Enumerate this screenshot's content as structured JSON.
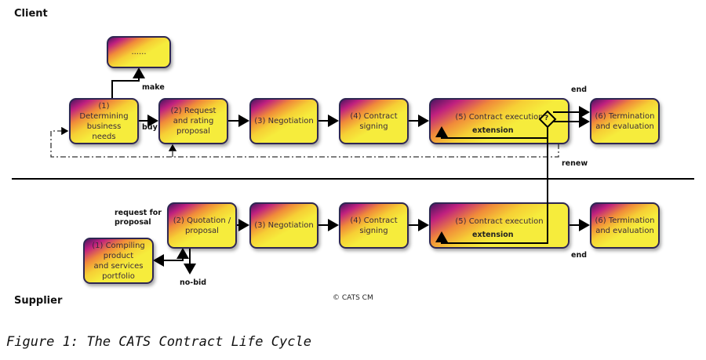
{
  "lanes": {
    "client": "Client",
    "supplier": "Supplier"
  },
  "client": {
    "make_box": "......",
    "steps": [
      "(1)  Determining\nbusiness\nneeds",
      "(2) Request\nand rating\nproposal",
      "(3) Negotiation",
      "(4) Contract\nsigning",
      "(5) Contract execution",
      "(6) Termination\nand evaluation"
    ],
    "labels": {
      "make": "make",
      "buy": "buy",
      "end": "end",
      "renew": "renew",
      "extension": "extension",
      "decision": "?"
    }
  },
  "supplier": {
    "steps": [
      "(1)  Compiling\nproduct\nand services\nportfolio",
      "(2) Quotation /\nproposal",
      "(3) Negotiation",
      "(4) Contract\nsigning",
      "(5) Contract execution",
      "(6) Termination\nand evaluation"
    ],
    "labels": {
      "request": "request for\nproposal",
      "nobid": "no-bid",
      "end": "end",
      "extension": "extension"
    }
  },
  "copyright": "© CATS CM",
  "caption": "Figure 1: The CATS Contract Life Cycle",
  "colors": {
    "box_border": "#2e2752",
    "box_fill_light": "#f6ec3c",
    "box_fill_dark": "#c0207f"
  }
}
